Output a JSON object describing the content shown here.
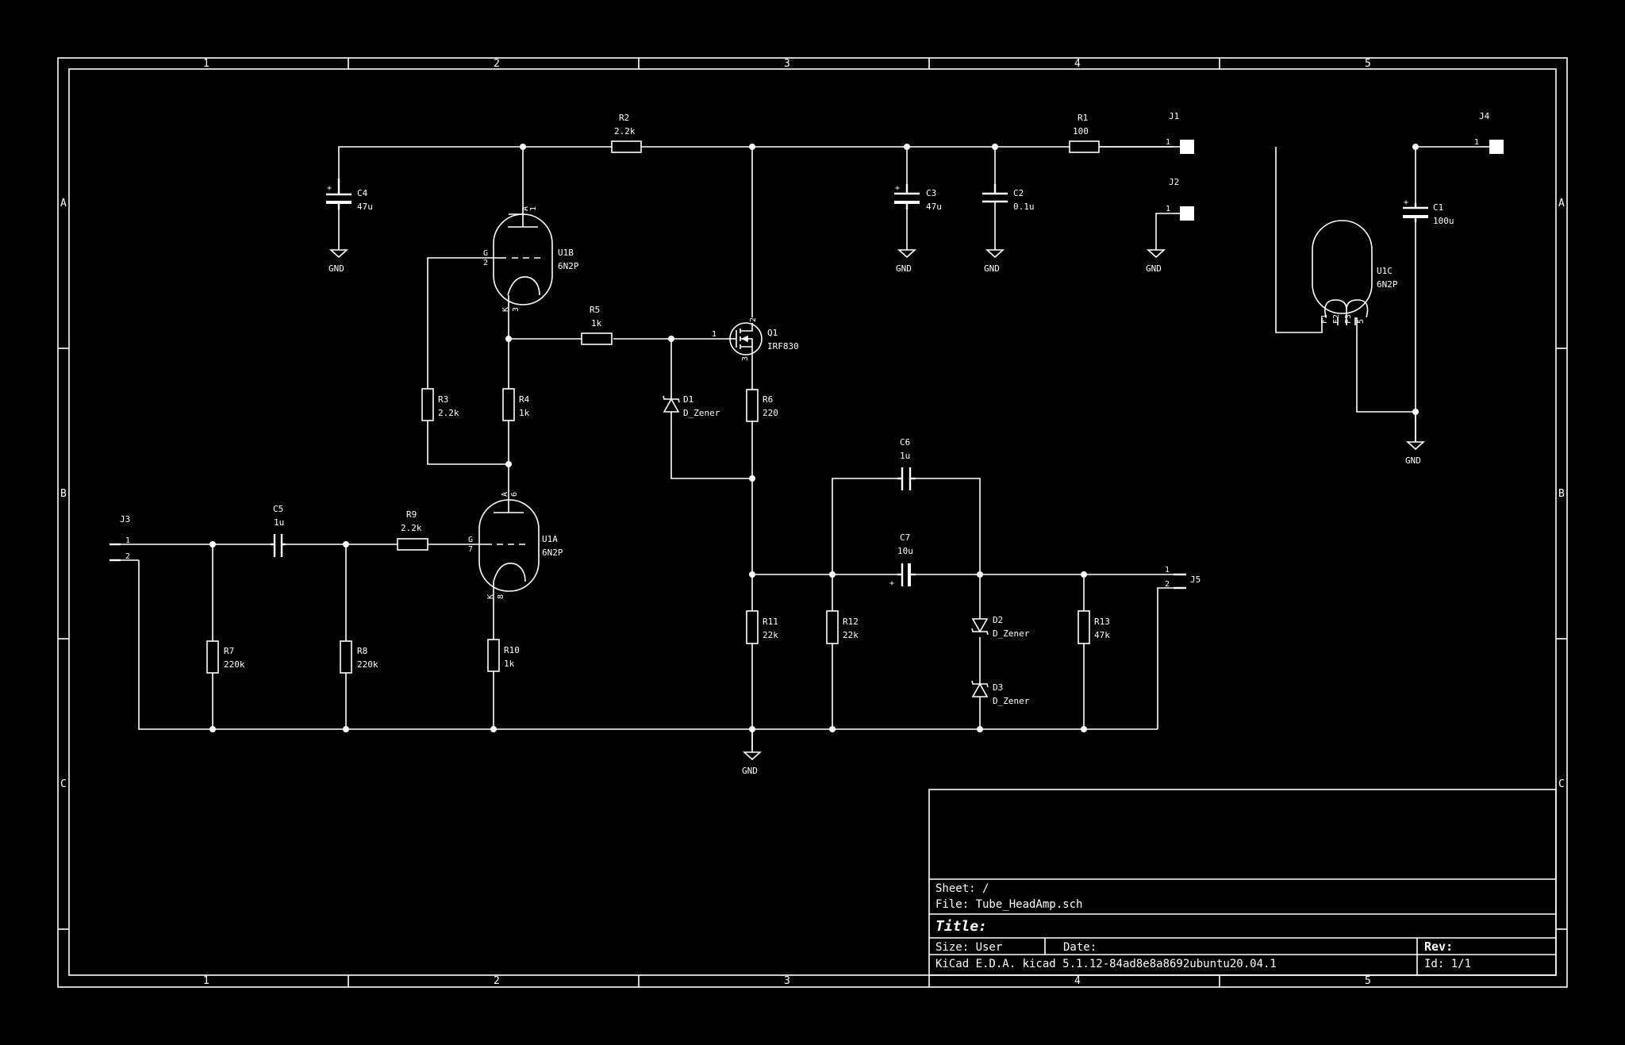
{
  "frame": {
    "col_labels": [
      "1",
      "2",
      "3",
      "4",
      "5"
    ],
    "row_labels": [
      "A",
      "B",
      "C"
    ]
  },
  "title_block": {
    "sheet": "Sheet: /",
    "file": "File: Tube_HeadAmp.sch",
    "title": "Title:",
    "size": "Size: User",
    "date": "Date:",
    "rev": "Rev:",
    "tool": "KiCad E.D.A.  kicad 5.1.12-84ad8e8a8692ubuntu20.04.1",
    "id": "Id: 1/1"
  },
  "components": {
    "R1": {
      "ref": "R1",
      "value": "100"
    },
    "R2": {
      "ref": "R2",
      "value": "2.2k"
    },
    "R3": {
      "ref": "R3",
      "value": "2.2k"
    },
    "R4": {
      "ref": "R4",
      "value": "1k"
    },
    "R5": {
      "ref": "R5",
      "value": "1k"
    },
    "R6": {
      "ref": "R6",
      "value": "220"
    },
    "R7": {
      "ref": "R7",
      "value": "220k"
    },
    "R8": {
      "ref": "R8",
      "value": "220k"
    },
    "R9": {
      "ref": "R9",
      "value": "2.2k"
    },
    "R10": {
      "ref": "R10",
      "value": "1k"
    },
    "R11": {
      "ref": "R11",
      "value": "22k"
    },
    "R12": {
      "ref": "R12",
      "value": "22k"
    },
    "R13": {
      "ref": "R13",
      "value": "47k"
    },
    "C1": {
      "ref": "C1",
      "value": "100u"
    },
    "C2": {
      "ref": "C2",
      "value": "0.1u"
    },
    "C3": {
      "ref": "C3",
      "value": "47u"
    },
    "C4": {
      "ref": "C4",
      "value": "47u"
    },
    "C5": {
      "ref": "C5",
      "value": "1u"
    },
    "C6": {
      "ref": "C6",
      "value": "1u"
    },
    "C7": {
      "ref": "C7",
      "value": "10u"
    },
    "D1": {
      "ref": "D1",
      "value": "D_Zener"
    },
    "D2": {
      "ref": "D2",
      "value": "D_Zener"
    },
    "D3": {
      "ref": "D3",
      "value": "D_Zener"
    },
    "Q1": {
      "ref": "Q1",
      "value": "IRF830"
    },
    "U1A": {
      "ref": "U1A",
      "value": "6N2P"
    },
    "U1B": {
      "ref": "U1B",
      "value": "6N2P"
    },
    "U1C": {
      "ref": "U1C",
      "value": "6N2P"
    },
    "J1": {
      "ref": "J1"
    },
    "J2": {
      "ref": "J2"
    },
    "J3": {
      "ref": "J3"
    },
    "J4": {
      "ref": "J4"
    },
    "J5": {
      "ref": "J5"
    }
  },
  "power": {
    "gnd": "GND"
  },
  "pins": {
    "one": "1",
    "two": "2",
    "three": "3",
    "five": "5",
    "six": "6",
    "seven": "7",
    "eight": "8",
    "anode": "A",
    "grid": "G",
    "cathode": "K",
    "f1": "F1",
    "f2": "F2",
    "f3": "F3",
    "plus": "+"
  }
}
